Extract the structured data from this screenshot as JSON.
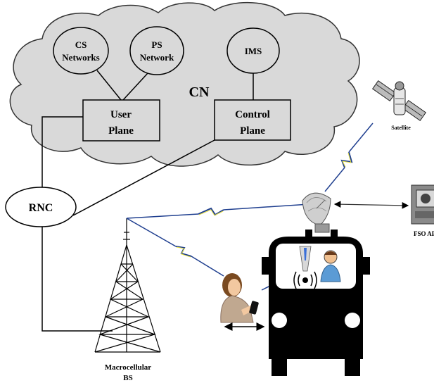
{
  "core_network": {
    "label": "CN",
    "cs_networks": [
      "CS",
      "Networks"
    ],
    "ps_network": [
      "PS",
      "Network"
    ],
    "ims": "IMS",
    "user_plane": [
      "User",
      "Plane"
    ],
    "control_plane": [
      "Control",
      "Plane"
    ]
  },
  "rnc": {
    "label": "RNC"
  },
  "base_station": {
    "label": [
      "Macrocellular",
      "BS"
    ]
  },
  "satellite": {
    "label": "Satellite"
  },
  "fso": {
    "label": "FSO AP"
  },
  "colors": {
    "cloud_fill": "#d9d9d9",
    "cloud_stroke": "#333333",
    "wireless_link": "#1f3f8f",
    "wireless_bolt": "#e8e040",
    "bus": "#000000"
  }
}
